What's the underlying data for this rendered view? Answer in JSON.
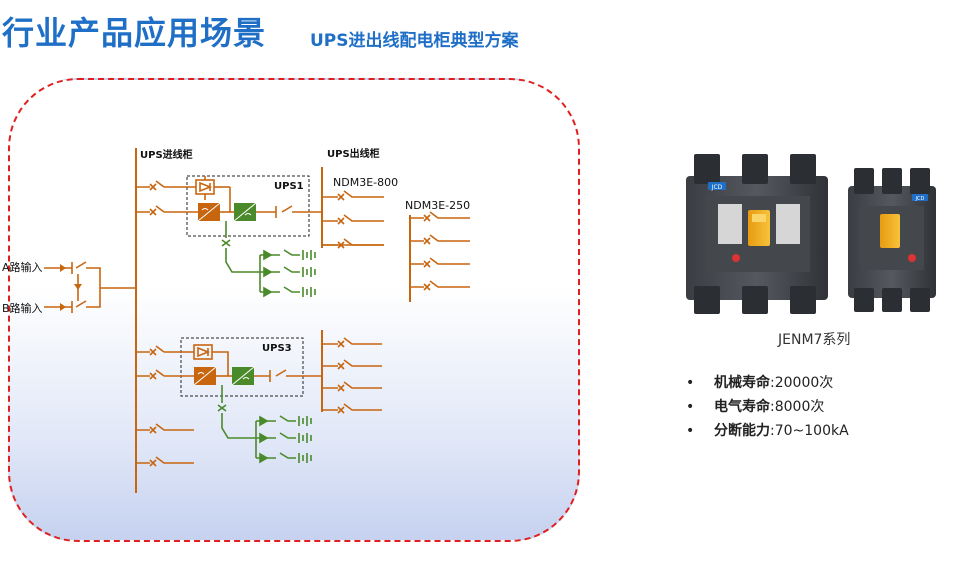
{
  "header": {
    "title": "行业产品应用场景",
    "subtitle": "UPS进出线配电柜典型方案"
  },
  "diagram": {
    "incoming_cabinet_label": "UPS进线柜",
    "outgoing_cabinet_label": "UPS出线柜",
    "ups1_label": "UPS1",
    "ups3_label": "UPS3",
    "model_800_label": "NDM3E-800",
    "model_250_label": "NDM3E-250",
    "input_a_label": "A路输入",
    "input_b_label": "B路输入"
  },
  "product": {
    "caption": "JENM7系列",
    "brand_badge": "JCD",
    "specs": [
      {
        "bullet": "•",
        "label": "机械寿命",
        "sep": ":",
        "value": "20000次"
      },
      {
        "bullet": "•",
        "label": "电气寿命",
        "sep": ":",
        "value": "8000次"
      },
      {
        "bullet": "•",
        "label": "分断能力",
        "sep": ":",
        "value": "70~100kA"
      }
    ]
  },
  "colors": {
    "title_blue": "#1f6fc6",
    "wire_orange": "#c8650f",
    "wire_green": "#4a8a2a",
    "panel_border_red": "#e02020"
  }
}
